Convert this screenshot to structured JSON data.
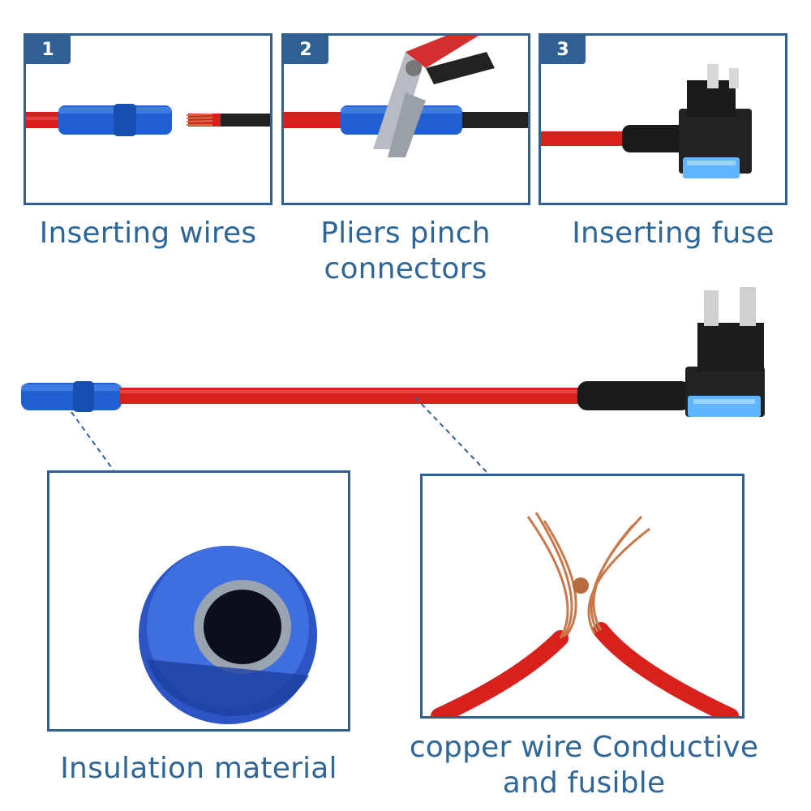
{
  "steps": [
    {
      "number": "1",
      "caption": "Inserting wires"
    },
    {
      "number": "2",
      "caption": "Pliers pinch connectors"
    },
    {
      "number": "3",
      "caption": "Inserting fuse"
    }
  ],
  "details": [
    {
      "caption": "Insulation material"
    },
    {
      "caption": "copper wire Conductive and fusible"
    }
  ],
  "colors": {
    "accent": "#2f5f93",
    "caption_text": "#2f6699",
    "wire_red": "#d8201c",
    "connector_blue": "#1f5fcf",
    "copper": "#c9784a"
  }
}
